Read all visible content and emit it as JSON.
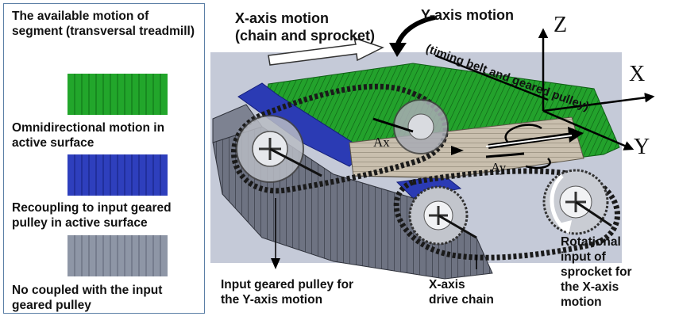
{
  "legend": {
    "title": "The available motion of segment (transversal treadmill)",
    "items": [
      {
        "label": "Omnidirectional motion in active surface",
        "color": "#22a62b"
      },
      {
        "label": "Recoupling to input geared pulley in active surface",
        "color": "#2e3fbd"
      },
      {
        "label": "No coupled with the input geared pulley",
        "color": "#8e96a6"
      }
    ]
  },
  "labels": {
    "x_motion": "X-axis motion\n(chain and sprocket)",
    "y_motion": "Y-axis motion",
    "y_motion_sub": "(timing belt and geared pulley)",
    "axis_z": "Z",
    "axis_x": "X",
    "axis_y": "Y",
    "ax": "Ax",
    "ay": "Ay",
    "input_pulley": "Input geared pulley for\nthe Y-axis motion",
    "drive_chain": "X-axis\ndrive chain",
    "rotational_input": "Rotational\ninput of\nsprocket for\nthe X-axis\nmotion"
  }
}
